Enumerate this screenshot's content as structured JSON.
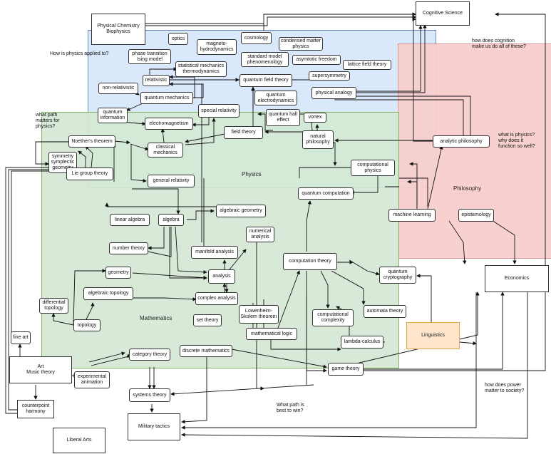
{
  "regions": [
    {
      "id": "physics",
      "label": "Physics",
      "fill": "#dae8fc",
      "stroke": "#6c8ebf"
    },
    {
      "id": "philosophy",
      "label": "Philosophy",
      "fill": "#f8cecc",
      "stroke": "#d99a98"
    },
    {
      "id": "mathematics",
      "label": "Mathematics",
      "fill": "#d5e8d4",
      "stroke": "#82b366"
    }
  ],
  "nodes": {
    "physical_chemistry": "Physical Chemistry\nBiophysics",
    "cognitive_science": "Cognitive Science",
    "optics": "optics",
    "mhd": "magneto-\nhydrodynamics",
    "cosmology": "cosmology",
    "condensed_matter": "condensed matter\nphysics",
    "phase_transition": "phase transition\nIsing model",
    "standard_model": "standard model\nphenomenology",
    "asymptotic_freedom": "asymtotic freedom",
    "lattice_field_theory": "lattice field theory",
    "stat_mech": "statistical mechanics\nthermodynamics",
    "supersymmetry": "supersymmetry",
    "relativistic": "relativistic",
    "quantum_field_theory": "quantum field theory",
    "non_relativistic": "non-relativistic",
    "quantum_mechanics": "quantum mechanics",
    "qed": "quantum\nelectrodynamics",
    "physical_analogy": "physical analogy",
    "quantum_information": "quantum\ninformation",
    "special_relativity": "special relativity",
    "electromagnetism": "electromagnetism",
    "quantum_hall": "quantum hall\neffect",
    "vortex": "vortex",
    "field_theory": "field theory",
    "natural_philosophy": "natural\nphilosophy",
    "analytic_philosophy": "analytic philosophy",
    "noethers_theorem": "Noether's theorem",
    "classical_mechanics": "classical\nmechanics",
    "symmetry": "symmetry\nsymplectic\ngeometry",
    "computational_physics": "computational\nphysics",
    "general_relativity": "general relativity",
    "lie_group_theory": "Lie group theory",
    "quantum_computation": "quantum computation",
    "algebraic_geometry": "algebraic geometry",
    "linear_algebra": "linear algebra",
    "algebra": "algebra",
    "machine_learning": "machine learning",
    "epistemology": "epistemology",
    "numerical_analysis": "numerical\nanalysis",
    "number_theory": "number theory",
    "manifold_analysis": "manifold analysis",
    "computation_theory": "computation theory",
    "geometry": "geometry",
    "analysis": "analysis",
    "quantum_cryptography": "quantum\ncryptography",
    "economics": "Economics",
    "algebraic_topology": "algebraic topology",
    "complex_analysis": "complex analysis",
    "differential_topology": "differential\ntopology",
    "lowenheim_skolem": "Lowenheim-\nSkolem theorem",
    "automata_theory": "automata theory",
    "computational_complexity": "computational\ncomplexity",
    "set_theory": "set theory",
    "topology": "topology",
    "linguistics": "Linguistics",
    "mathematical_logic": "mathematical logic",
    "lambda_calculus": "lambda-calculus",
    "fine_art": "fine art",
    "category_theory": "category theory",
    "discrete_mathematics": "discrete mathematics",
    "art_music_theory": "Art\nMusic theory",
    "experimental_animation": "experimental\nanimation",
    "game_theory": "game theory",
    "systems_theory": "systems theory",
    "counterpoint_harmony": "counterpoint\nharmony",
    "military_tactics": "Military tactics",
    "liberal_arts": "Liberal Arts"
  },
  "notes": {
    "how_physics_applied": "How is physics applied to?",
    "what_path_physics": "what path\nmatters for\nphysics?",
    "how_cognition": "how does cognition\nmake us do all of these?",
    "what_is_physics": "what is physics?\nwhy does it\nfunction so well?",
    "how_power": "how does power\nmatter to society?",
    "what_path_win": "What path is\nbest to win?"
  },
  "colors": {
    "edge": "#111111",
    "linguistics_fill": "#ffe6cc",
    "linguistics_stroke": "#e8a64b"
  }
}
